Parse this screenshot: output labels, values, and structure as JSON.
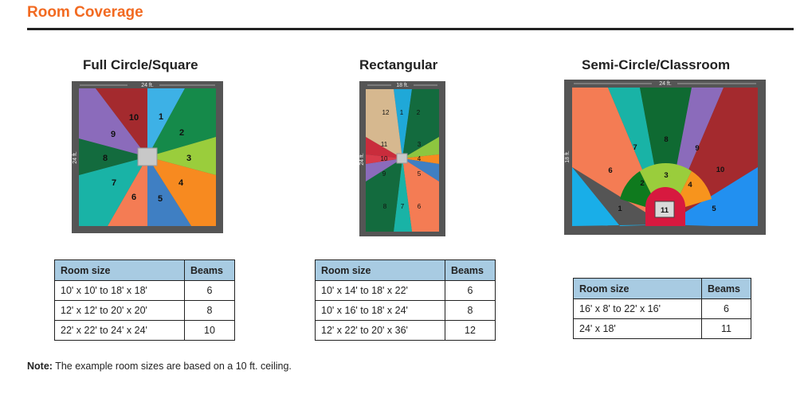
{
  "heading": "Room Coverage",
  "note": {
    "label": "Note:",
    "text": " The example room sizes are based on a 10 ft. ceiling."
  },
  "colors": {
    "accent": "#f26a21",
    "table_header": "#a8cbe2"
  },
  "layouts": [
    {
      "title": "Full Circle/Square",
      "width_label": "24 ft.",
      "height_label": "24 ft.",
      "beam_labels": [
        "1",
        "2",
        "3",
        "4",
        "5",
        "6",
        "7",
        "8",
        "9",
        "10"
      ],
      "table": {
        "headers": [
          "Room size",
          "Beams"
        ],
        "rows": [
          [
            "10' x 10' to 18' x 18'",
            "6"
          ],
          [
            "12' x 12' to 20' x 20'",
            "8"
          ],
          [
            "22' x 22' to 24' x 24'",
            "10"
          ]
        ]
      }
    },
    {
      "title": "Rectangular",
      "width_label": "18 ft.",
      "height_label": "24 ft.",
      "beam_labels": [
        "1",
        "2",
        "3",
        "4",
        "5",
        "6",
        "7",
        "8",
        "9",
        "10",
        "11",
        "12"
      ],
      "table": {
        "headers": [
          "Room size",
          "Beams"
        ],
        "rows": [
          [
            "10' x 14' to 18' x 22'",
            "6"
          ],
          [
            "10' x 16' to 18' x 24'",
            "8"
          ],
          [
            "12' x 22' to 20' x 36'",
            "12"
          ]
        ]
      }
    },
    {
      "title": "Semi-Circle/Classroom",
      "width_label": "24 ft.",
      "height_label": "18 ft.",
      "beam_labels": [
        "1",
        "2",
        "3",
        "4",
        "5",
        "6",
        "7",
        "8",
        "9",
        "10",
        "11"
      ],
      "table": {
        "headers": [
          "Room size",
          "Beams"
        ],
        "rows": [
          [
            "16' x 8' to 22' x 16'",
            "6"
          ],
          [
            "24' x 18'",
            "11"
          ]
        ]
      }
    }
  ]
}
